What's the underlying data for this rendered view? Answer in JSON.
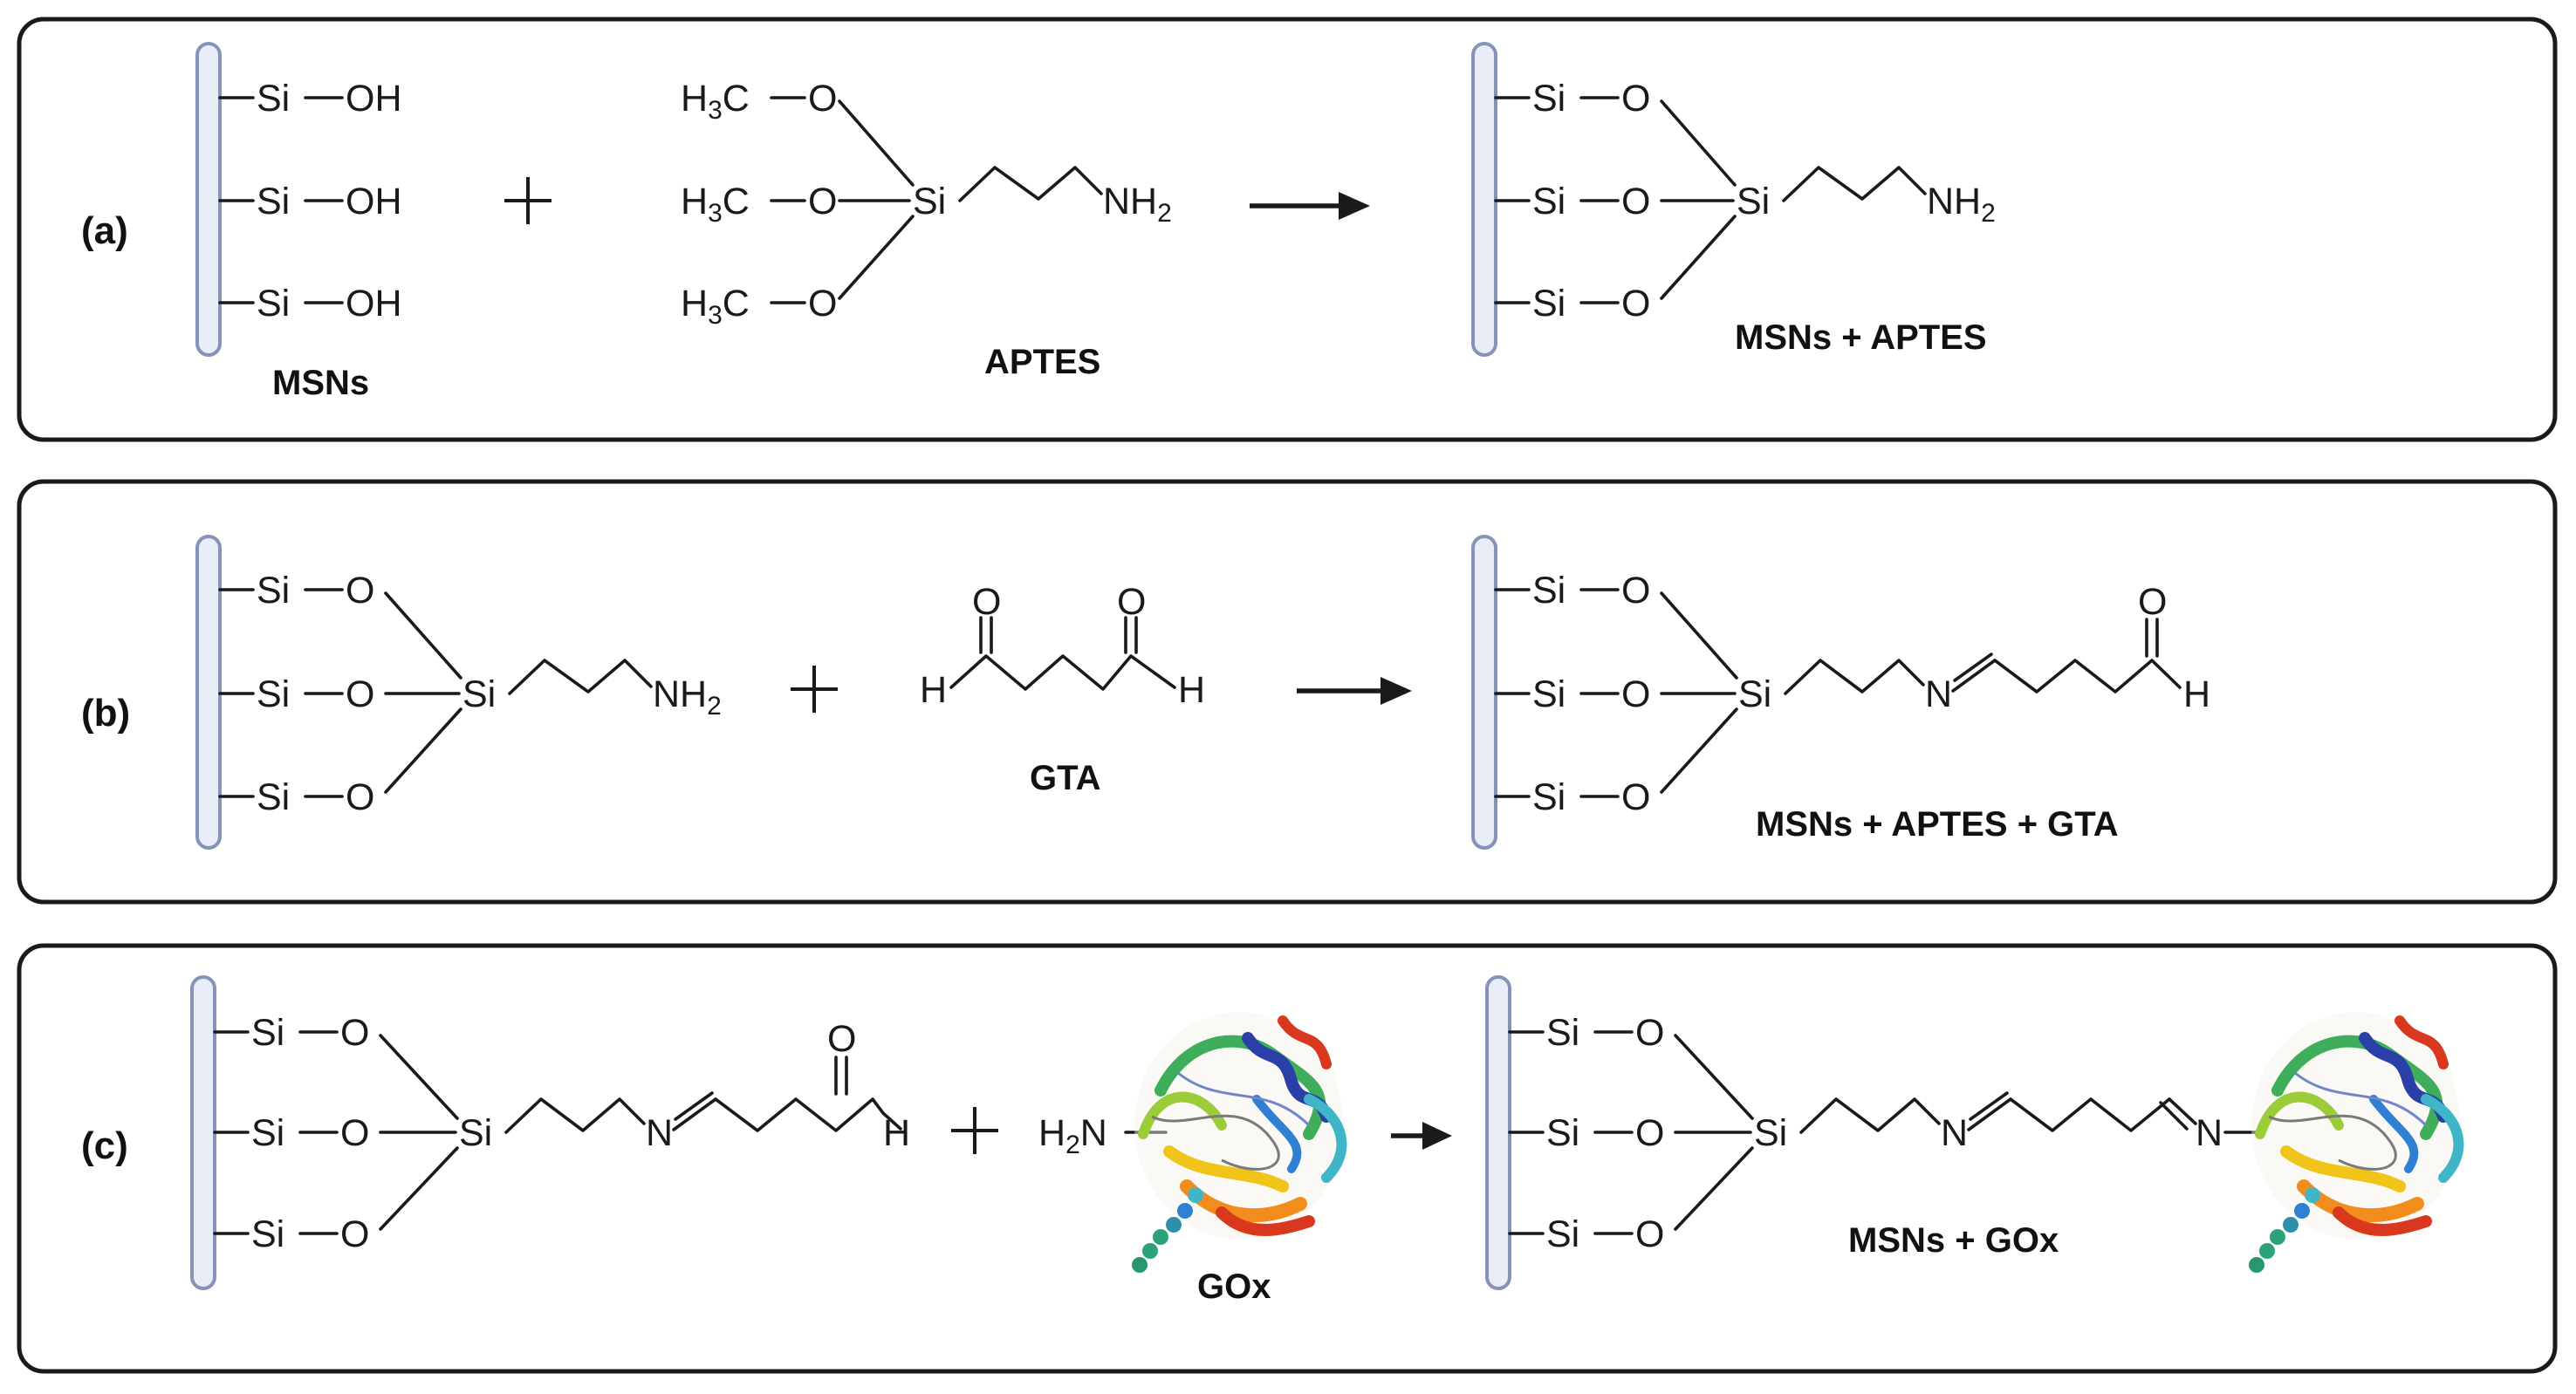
{
  "panels": [
    {
      "label": "(a)",
      "reactant_1": {
        "caption": "MSNs",
        "groups": [
          "Si",
          "OH"
        ]
      },
      "plus": "+",
      "reactant_2": {
        "caption": "APTES",
        "methyl": "H3C",
        "oxygen": "O",
        "silicon": "Si",
        "amine": "NH2"
      },
      "product": {
        "caption": "MSNs + APTES",
        "silicon": "Si",
        "oxygen": "O",
        "amine": "NH2"
      }
    },
    {
      "label": "(b)",
      "reactant_1": {
        "caption": "",
        "silicon": "Si",
        "oxygen": "O",
        "amine": "NH2"
      },
      "plus": "+",
      "reactant_2": {
        "caption": "GTA",
        "oxygen": "O",
        "hydrogen": "H"
      },
      "product": {
        "caption": "MSNs + APTES + GTA",
        "silicon": "Si",
        "oxygen": "O",
        "nitrogen": "N",
        "hydrogen": "H"
      }
    },
    {
      "label": "(c)",
      "reactant_1": {
        "caption": "",
        "silicon": "Si",
        "oxygen": "O",
        "nitrogen": "N",
        "hydrogen": "H"
      },
      "plus": "+",
      "reactant_2": {
        "caption": "GOx",
        "amine": "H2N",
        "image": "enzyme-ribbon-structure"
      },
      "product": {
        "caption": "MSNs + GOx",
        "silicon": "Si",
        "oxygen": "O",
        "nitrogen": "N",
        "image": "enzyme-ribbon-structure"
      }
    }
  ],
  "colors": {
    "silica_bar_fill": "#e9edf7",
    "silica_bar_stroke": "#8593b8",
    "ink": "#1a1a1a",
    "protein": [
      "#2a3fa8",
      "#2f7fd3",
      "#3fb6c8",
      "#3fae5a",
      "#9ccc3a",
      "#f0c419",
      "#f28c1c",
      "#d9381e"
    ]
  }
}
